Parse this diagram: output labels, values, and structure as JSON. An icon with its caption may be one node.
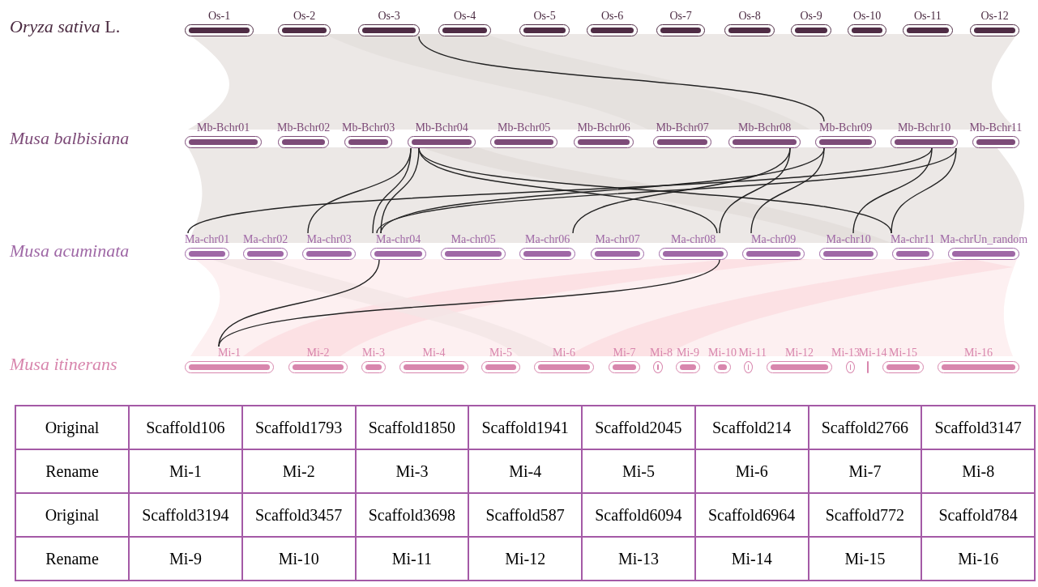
{
  "diagram": {
    "nodes": [
      {
        "text": [
          "Os-1"
        ]
      },
      {
        "text": [
          "Os-2"
        ]
      },
      {
        "text": [
          "Os-3"
        ]
      },
      {
        "text": [
          "Os-4"
        ]
      },
      {
        "text": [
          "Os-5"
        ]
      },
      {
        "text": [
          "Os-6"
        ]
      },
      {
        "text": [
          "Os-7"
        ]
      },
      {
        "text": [
          "Os-8"
        ]
      },
      {
        "text": [
          "Os-9"
        ]
      },
      {
        "text": [
          "Os-10"
        ]
      },
      {
        "text": [
          "Os-11"
        ]
      },
      {
        "text": [
          "Os-12"
        ]
      },
      {
        "text": [
          "Mb-Bchr01"
        ]
      },
      {
        "text": [
          "Mb-Bchr02"
        ]
      },
      {
        "text": [
          "Mb-Bchr03"
        ]
      },
      {
        "text": [
          "Mb-Bchr04"
        ]
      },
      {
        "text": [
          "Mb-Bchr05"
        ]
      },
      {
        "text": [
          "Mb-Bchr06"
        ]
      },
      {
        "text": [
          "Mb-Bchr07"
        ]
      },
      {
        "text": [
          "Mb-Bchr08"
        ]
      },
      {
        "text": [
          "Mb-Bchr09"
        ]
      },
      {
        "text": [
          "Mb-Bchr10"
        ]
      },
      {
        "text": [
          "Mb-Bchr11"
        ]
      },
      {
        "text": [
          "Ma-chr01"
        ]
      },
      {
        "text": [
          "Ma-chr02"
        ]
      },
      {
        "text": [
          "Ma-chr03"
        ]
      },
      {
        "text": [
          "Ma-chr04"
        ]
      },
      {
        "text": [
          "Ma-chr05"
        ]
      },
      {
        "text": [
          "Ma-chr06"
        ]
      },
      {
        "text": [
          "Ma-chr07"
        ]
      },
      {
        "text": [
          "Ma-chr08"
        ]
      },
      {
        "text": [
          "Ma-chr09"
        ]
      },
      {
        "text": [
          "Ma-chr10"
        ]
      },
      {
        "text": [
          "Ma-chr11"
        ]
      },
      {
        "text": [
          "Ma-chrUn_random"
        ]
      },
      {
        "text": [
          "Mi-1"
        ]
      },
      {
        "text": [
          "Mi-2"
        ]
      },
      {
        "text": [
          "Mi-3"
        ]
      },
      {
        "text": [
          "Mi-4"
        ]
      },
      {
        "text": [
          "Mi-5"
        ]
      },
      {
        "text": [
          "Mi-6"
        ]
      },
      {
        "text": [
          "Mi-7"
        ]
      },
      {
        "text": [
          "Mi-8"
        ]
      },
      {
        "text": [
          "Mi-9"
        ]
      },
      {
        "text": [
          "Mi-10"
        ]
      },
      {
        "text": [
          "Mi-11"
        ]
      },
      {
        "text": [
          "Mi-12"
        ]
      },
      {
        "text": [
          "Mi-13"
        ]
      },
      {
        "text": [
          "Mi-14"
        ]
      },
      {
        "text": [
          "Mi-15"
        ]
      },
      {
        "text": [
          "Mi-16"
        ]
      }
    ],
    "edges": [
      {
        "from": 2,
        "to": 20,
        "arrow": "none"
      },
      {
        "from": 15,
        "to": 25,
        "arrow": "none"
      },
      {
        "from": 15,
        "to": 26,
        "arrow": "none"
      },
      {
        "from": 15,
        "to": 26,
        "arrow": "none"
      },
      {
        "from": 15,
        "to": 30,
        "arrow": "none"
      },
      {
        "from": 15,
        "to": 33,
        "arrow": "none"
      },
      {
        "from": 19,
        "to": 28,
        "arrow": "none"
      },
      {
        "from": 19,
        "to": 30,
        "arrow": "none"
      },
      {
        "from": 20,
        "to": 26,
        "arrow": "none"
      },
      {
        "from": 20,
        "to": 31,
        "arrow": "none"
      },
      {
        "from": 21,
        "to": 23,
        "arrow": "none"
      },
      {
        "from": 21,
        "to": 32,
        "arrow": "none"
      },
      {
        "from": 21,
        "to": 26,
        "arrow": "none"
      },
      {
        "from": 21,
        "to": 33,
        "arrow": "none"
      },
      {
        "from": 26,
        "to": 35,
        "arrow": "none"
      },
      {
        "from": 30,
        "to": 35,
        "arrow": "none"
      }
    ],
    "labels": [
      "*Oryza sativa* L.",
      "Musa balbisiana",
      "Musa acuminata",
      "Musa itinerans",
      "Original",
      "Scaffold106",
      "Scaffold1793",
      "Scaffold1850",
      "Scaffold1941",
      "Scaffold2045",
      "Scaffold214",
      "Scaffold2766",
      "Scaffold3147",
      "Rename",
      "Mi-1",
      "Mi-2",
      "Mi-3",
      "Mi-4",
      "Mi-5",
      "Mi-6",
      "Mi-7",
      "Mi-8",
      "Original",
      "Scaffold3194",
      "Scaffold3457",
      "Scaffold3698",
      "Scaffold587",
      "Scaffold6094",
      "Scaffold6964",
      "Scaffold772",
      "Scaffold784",
      "Rename",
      "Mi-9",
      "Mi-10",
      "Mi-11",
      "Mi-12",
      "Mi-13",
      "Mi-14",
      "Mi-15",
      "Mi-16"
    ]
  }
}
